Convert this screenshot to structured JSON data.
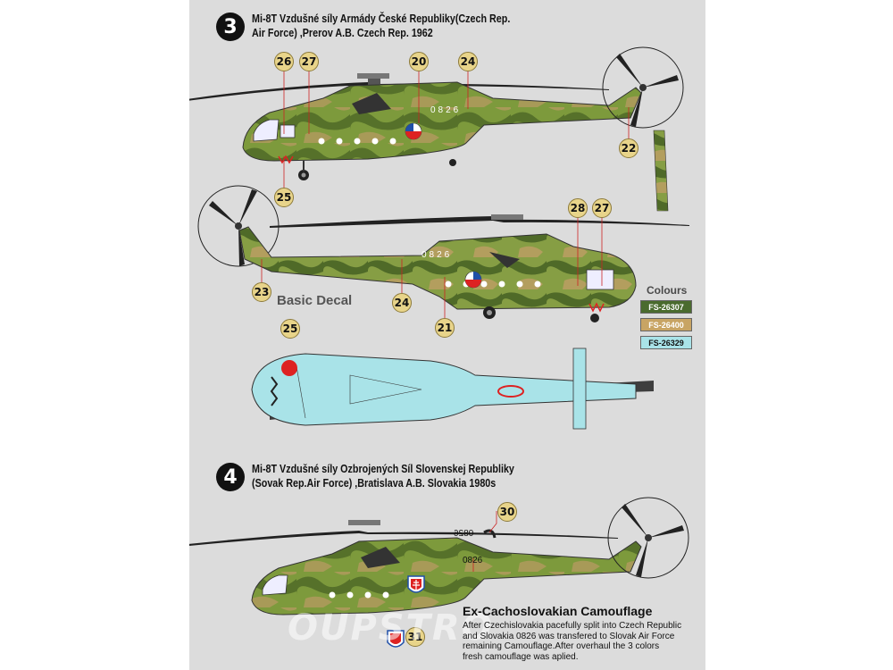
{
  "scheme3": {
    "number": "3",
    "title_line1": "Mi-8T Vzdušné síly Armády České Republiky(Czech Rep.",
    "title_line2": "Air Force) ,Prerov A.B. Czech Rep. 1962",
    "callouts_side1": [
      "26",
      "27",
      "20",
      "24",
      "22",
      "25"
    ],
    "callouts_side2": [
      "28",
      "27",
      "23",
      "24",
      "21"
    ],
    "callout_top": "25",
    "serial": "0826",
    "basic_decal": "Basic Decal"
  },
  "colours": {
    "title": "Colours",
    "swatches": [
      {
        "code": "FS-26307",
        "color": "#4a6b2e",
        "text_color": "#ffffff"
      },
      {
        "code": "FS-26400",
        "color": "#c8a464",
        "text_color": "#ffffff"
      },
      {
        "code": "FS-26329",
        "color": "#a9e3e8",
        "text_color": "#111111"
      }
    ]
  },
  "scheme4": {
    "number": "4",
    "title_line1": "Mi-8T Vzdušné síly Ozbrojených Síl Slovenskej Republiky",
    "title_line2": "(Sovak Rep.Air Force) ,Bratislava A.B. Slovakia 1980s",
    "callouts": [
      "30",
      "31"
    ],
    "serial": "0826",
    "serial_mirrored": "0826"
  },
  "ex_section": {
    "title": "Ex-Cachoslovakian Camouflage",
    "lines": [
      "After Czechislovakia pacefully split into Czech Republic",
      "and Slovakia 0826 was transfered to Slovak Air Force",
      "remaining Camouflage.After overhaul the 3 colors",
      "fresh camouflage was aplied."
    ]
  },
  "watermark": "OUPSTRO"
}
